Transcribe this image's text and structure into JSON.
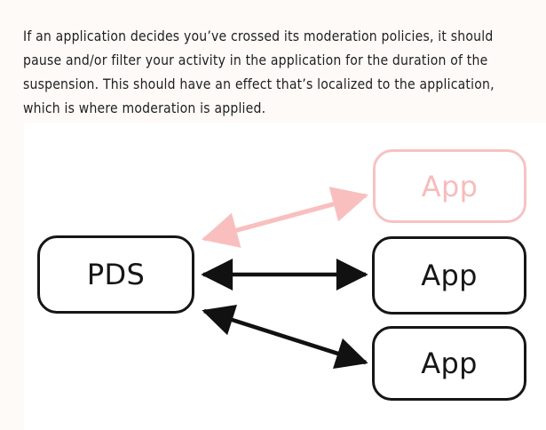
{
  "page": {
    "background_color": "#fdfaf8",
    "card_background_color": "#ffffff"
  },
  "prose": {
    "paragraph": "If an application decides you’ve crossed its moderation policies, it should pause and/or filter your activity in the application for the duration of the suspension. This should have an effect that’s localized to the application, which is where moderation is applied."
  },
  "diagram": {
    "type": "node-link",
    "colors": {
      "solid_stroke": "#161616",
      "faded_stroke": "#f7c2c2",
      "faded_text": "#f7bcbc",
      "arrow_solid": "#111111",
      "arrow_faded": "#f9bfbf"
    },
    "nodes": [
      {
        "id": "pds",
        "label": "PDS",
        "state": "active"
      },
      {
        "id": "app-top",
        "label": "App",
        "state": "suspended"
      },
      {
        "id": "app-mid",
        "label": "App",
        "state": "active"
      },
      {
        "id": "app-bot",
        "label": "App",
        "state": "active"
      }
    ],
    "edges": [
      {
        "id": "edge-pds-app-top",
        "from": "pds",
        "to": "app-top",
        "direction": "bidirectional",
        "state": "suspended"
      },
      {
        "id": "edge-pds-app-mid",
        "from": "pds",
        "to": "app-mid",
        "direction": "bidirectional",
        "state": "active"
      },
      {
        "id": "edge-pds-app-bot",
        "from": "pds",
        "to": "app-bot",
        "direction": "bidirectional",
        "state": "active"
      }
    ]
  }
}
